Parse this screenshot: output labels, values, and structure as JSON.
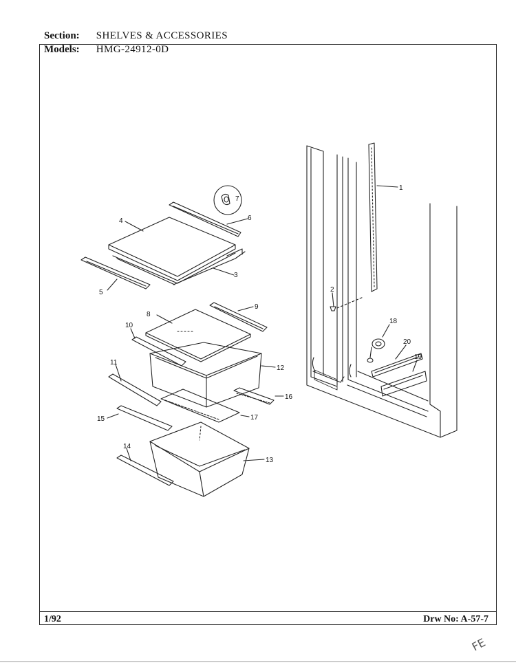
{
  "header": {
    "section_label": "Section:",
    "section_value": "SHELVES & ACCESSORIES",
    "models_label": "Models:",
    "models_value": "HMG-24912-0D"
  },
  "footer": {
    "date": "1/92",
    "drawing_no": "Drw No: A-57-7",
    "handwritten_mark": "FE"
  },
  "callouts": [
    "1",
    "2",
    "3",
    "4",
    "5",
    "6",
    "7",
    "8",
    "9",
    "10",
    "11",
    "12",
    "13",
    "14",
    "15",
    "16",
    "17",
    "18",
    "19",
    "20"
  ]
}
